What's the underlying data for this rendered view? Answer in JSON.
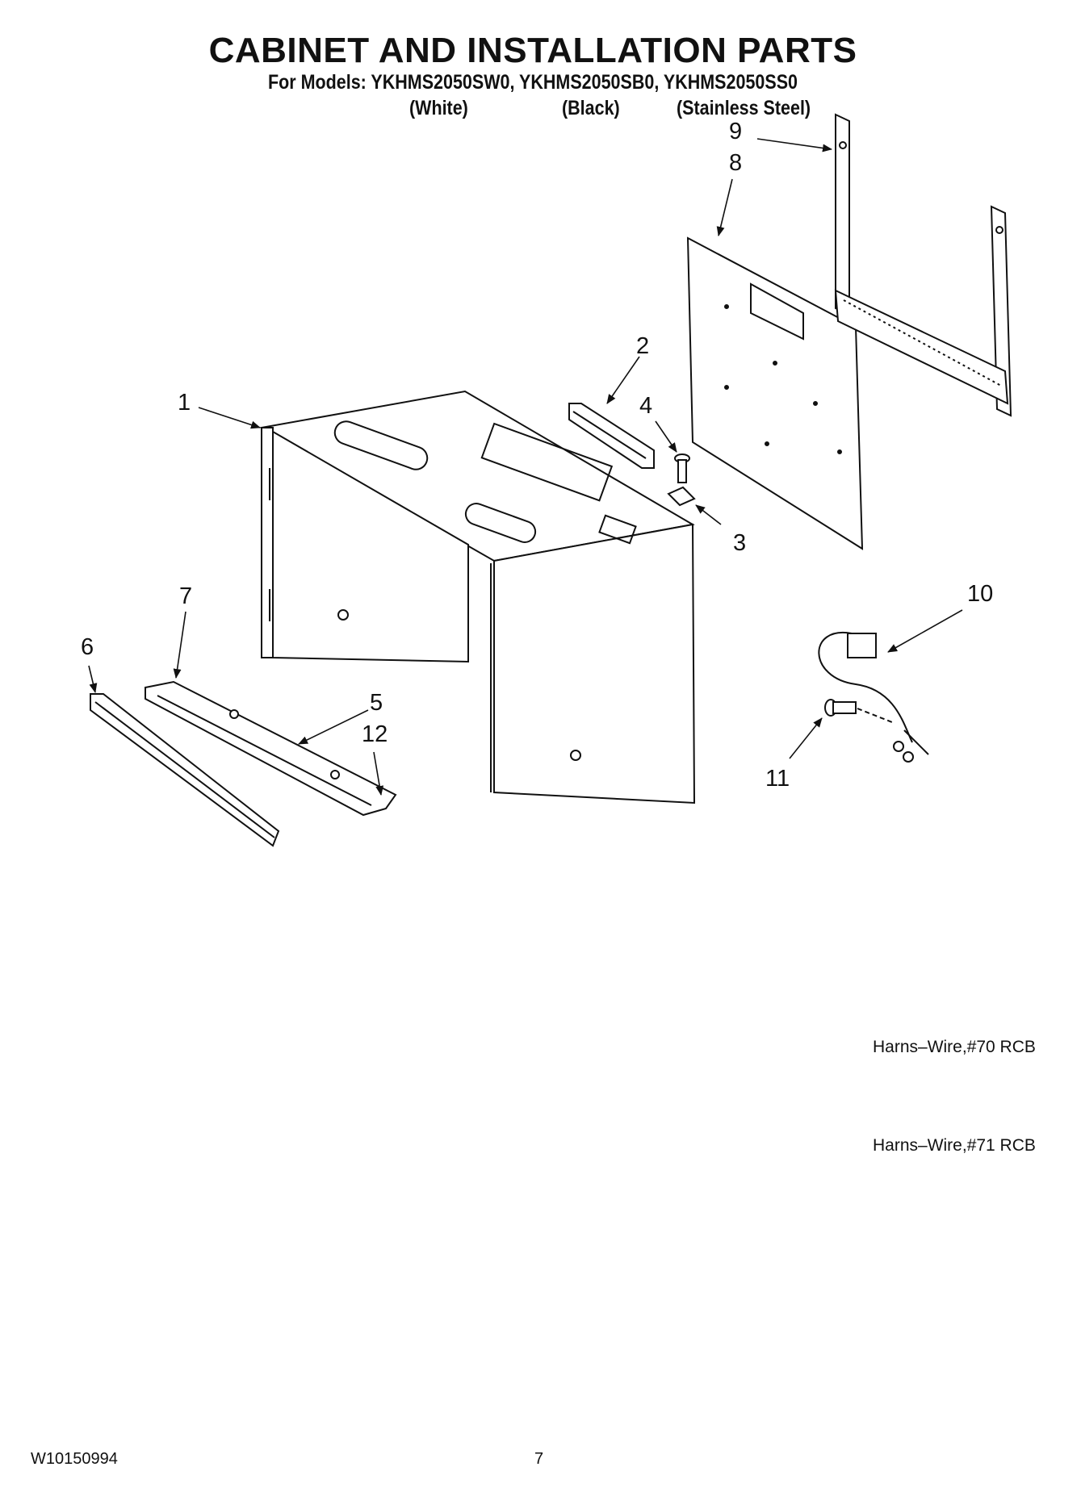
{
  "header": {
    "title": "CABINET AND INSTALLATION PARTS",
    "models_line": "For Models: YKHMS2050SW0, YKHMS2050SB0, YKHMS2050SS0",
    "variants": [
      "(White)",
      "(Black)",
      "(Stainless Steel)"
    ]
  },
  "callouts": [
    "1",
    "2",
    "3",
    "4",
    "5",
    "6",
    "7",
    "8",
    "9",
    "10",
    "11",
    "12"
  ],
  "notes": [
    "Harns–Wire,#70 RCB",
    "Harns–Wire,#71 RCB"
  ],
  "footer": {
    "doc_number": "W10150994",
    "page_number": "7"
  }
}
